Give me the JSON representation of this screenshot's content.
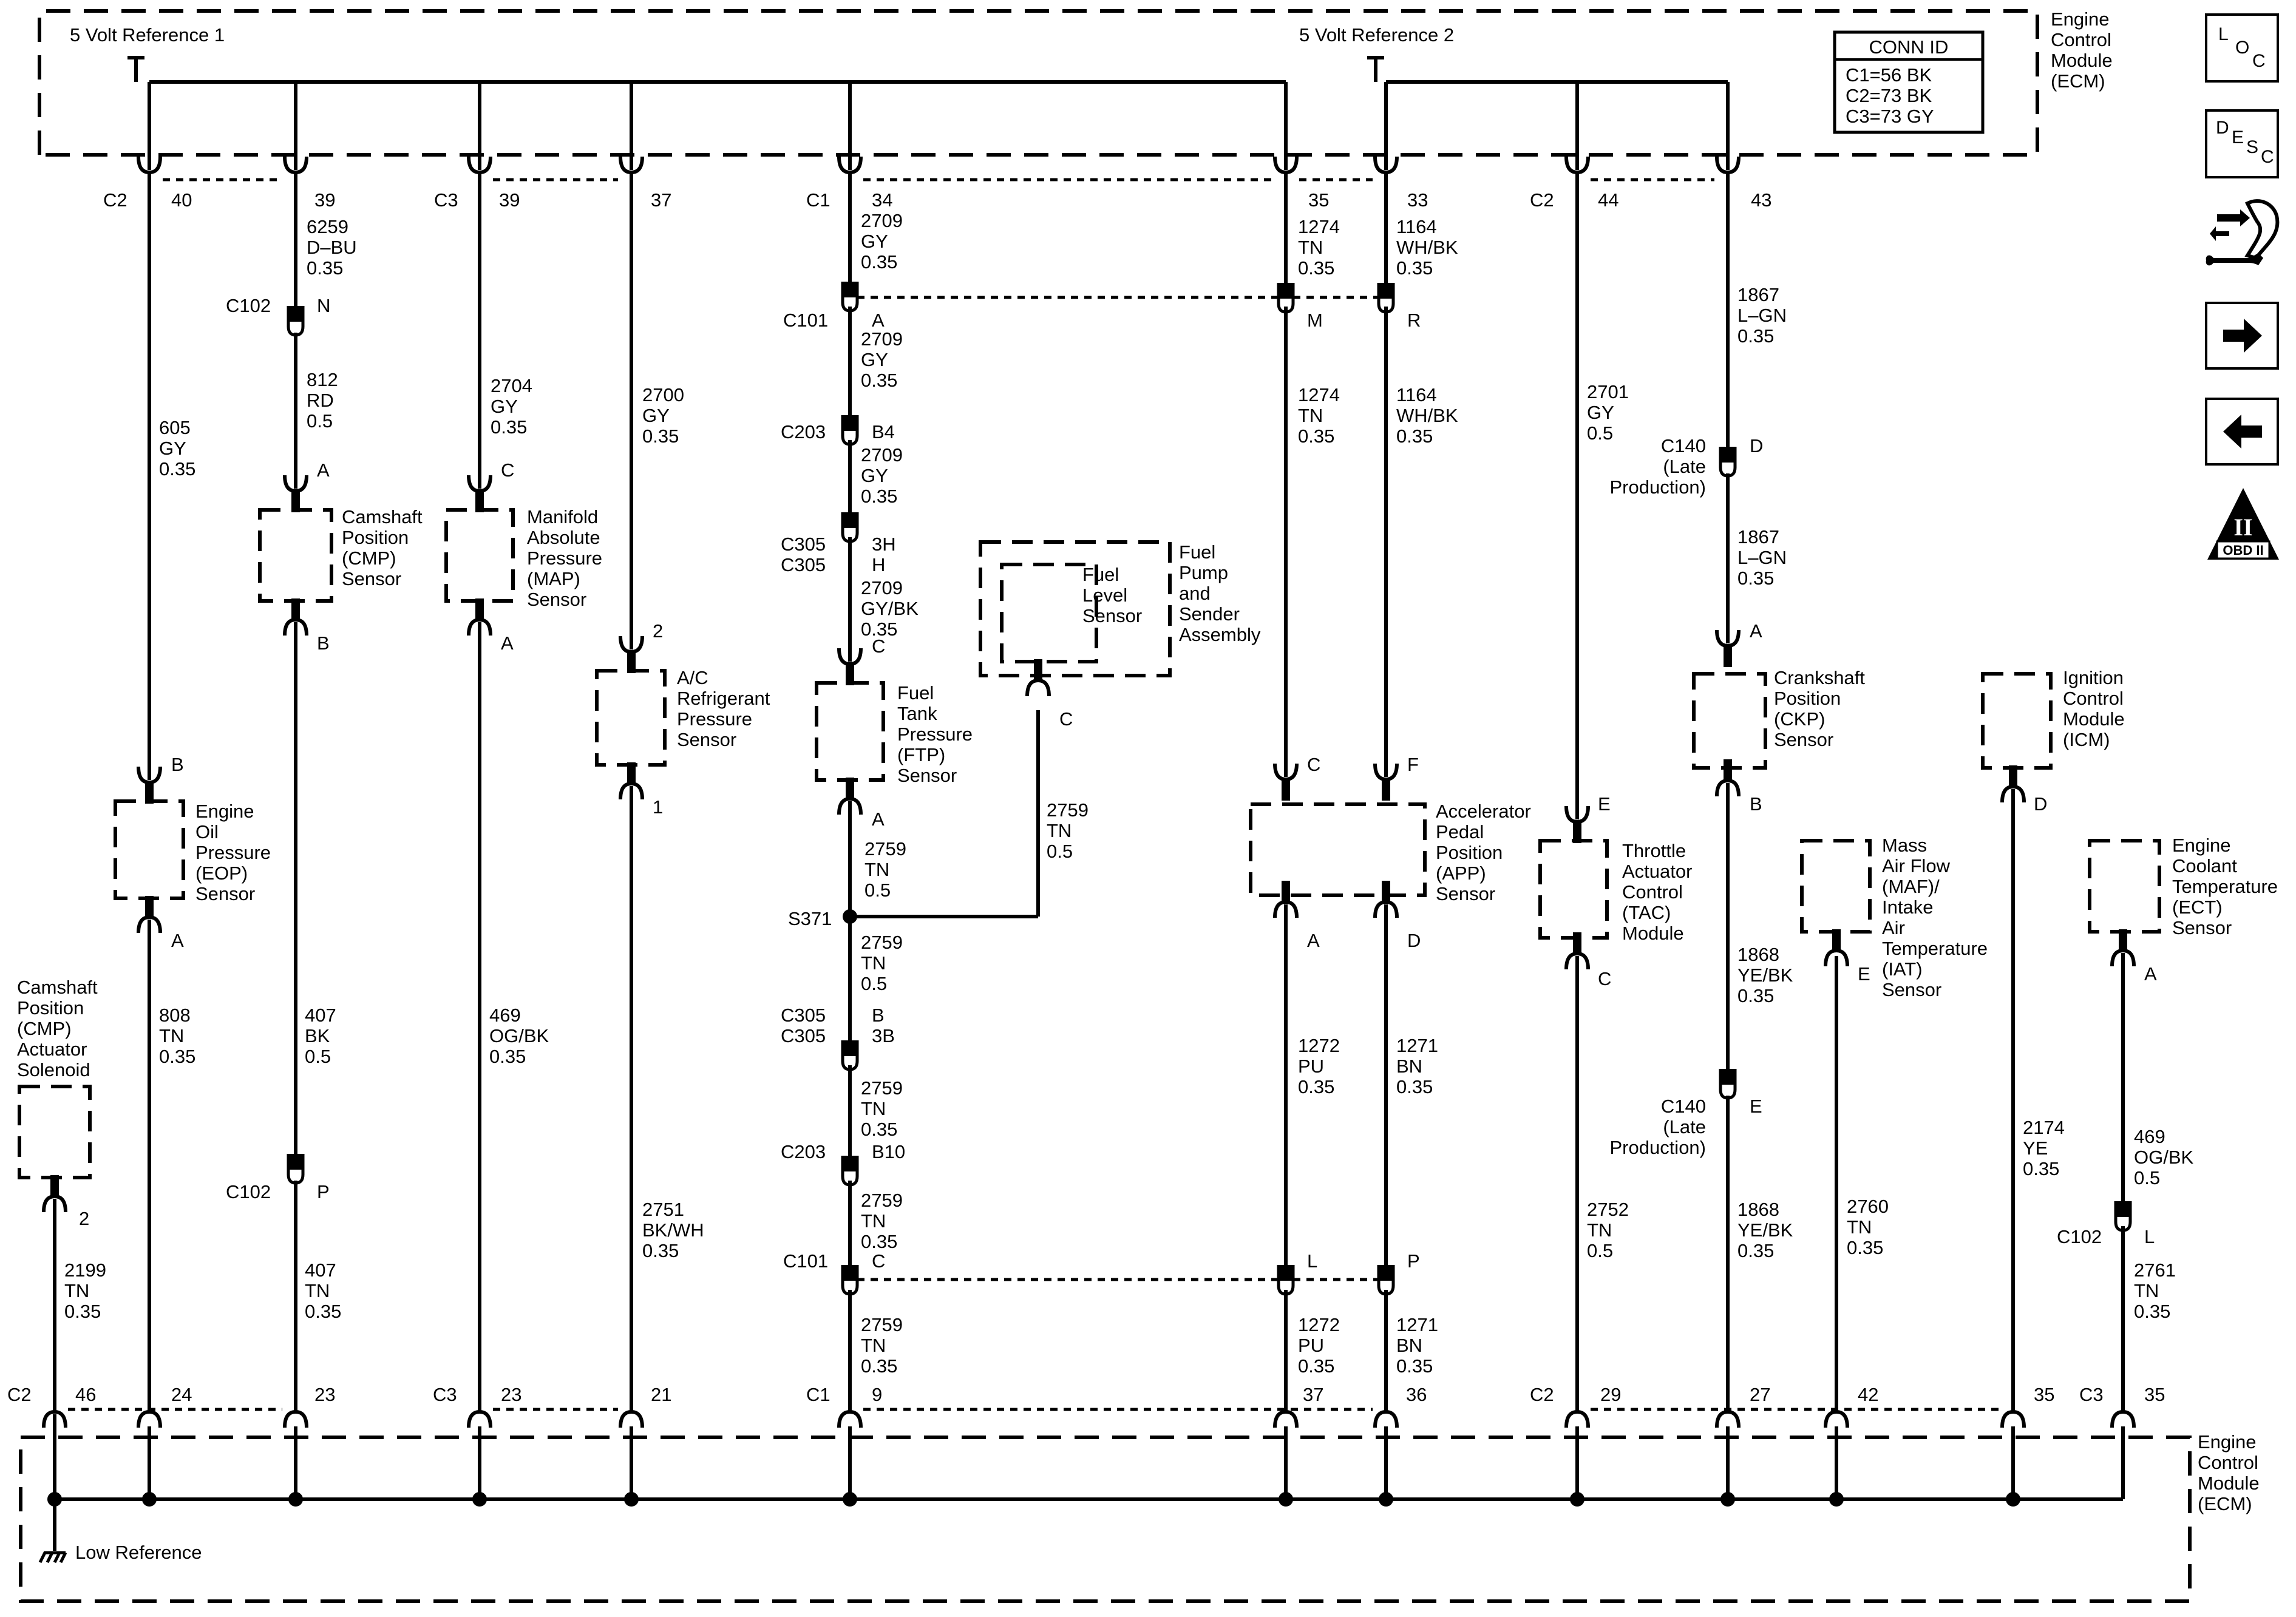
{
  "modules": {
    "ecm_top": [
      "Engine",
      "Control",
      "Module",
      "(ECM)"
    ],
    "ecm_bottom": [
      "Engine",
      "Control",
      "Module",
      "(ECM)"
    ]
  },
  "references": {
    "ref1": "5 Volt Reference 1",
    "ref2": "5 Volt Reference 2",
    "low": "Low Reference"
  },
  "conn_table": {
    "title": "CONN ID",
    "rows": [
      "C1=56 BK",
      "C2=73 BK",
      "C3=73 GY"
    ]
  },
  "top_pins": {
    "eop_conn": "C2",
    "eop_pin": "40",
    "cmp_pin": "39",
    "map_conn": "C3",
    "map_pin": "39",
    "ac_pin": "37",
    "ftp_conn": "C1",
    "ftp_pin": "34",
    "appm_pin": "35",
    "appr_pin": "33",
    "tac_conn": "C2",
    "tac_pin": "44",
    "ckp_pin": "43"
  },
  "bottom_pins": {
    "sol_conn": "C2",
    "sol_pin": "46",
    "eop_pin": "24",
    "cmp_pin": "23",
    "map_conn": "C3",
    "map_pin": "23",
    "ac_pin": "21",
    "ftp_conn": "C1",
    "ftp_pin": "9",
    "appa_pin": "37",
    "appd_pin": "36",
    "tac_conn": "C2",
    "tac_pin": "29",
    "ckp_pin": "27",
    "maf_pin": "42",
    "icm_pin": "35",
    "ect_conn": "C3",
    "ect_pin": "35"
  },
  "wires": {
    "w605": [
      "605",
      "GY",
      "0.35"
    ],
    "w6259": [
      "6259",
      "D–BU",
      "0.35"
    ],
    "w812": [
      "812",
      "RD",
      "0.5"
    ],
    "w2704": [
      "2704",
      "GY",
      "0.35"
    ],
    "w2700": [
      "2700",
      "GY",
      "0.35"
    ],
    "w2709a": [
      "2709",
      "GY",
      "0.35"
    ],
    "w2709b": [
      "2709",
      "GY",
      "0.35"
    ],
    "w2709c": [
      "2709",
      "GY",
      "0.35"
    ],
    "w2709d": [
      "2709",
      "GY/BK",
      "0.35"
    ],
    "w1274a": [
      "1274",
      "TN",
      "0.35"
    ],
    "w1274b": [
      "1274",
      "TN",
      "0.35"
    ],
    "w1164a": [
      "1164",
      "WH/BK",
      "0.35"
    ],
    "w1164b": [
      "1164",
      "WH/BK",
      "0.35"
    ],
    "w2701": [
      "2701",
      "GY",
      "0.5"
    ],
    "w1867a": [
      "1867",
      "L–GN",
      "0.35"
    ],
    "w1867b": [
      "1867",
      "L–GN",
      "0.35"
    ],
    "w2199": [
      "2199",
      "TN",
      "0.35"
    ],
    "w808": [
      "808",
      "TN",
      "0.35"
    ],
    "w407a": [
      "407",
      "BK",
      "0.5"
    ],
    "w407b": [
      "407",
      "TN",
      "0.35"
    ],
    "w469a": [
      "469",
      "OG/BK",
      "0.35"
    ],
    "w2751": [
      "2751",
      "BK/WH",
      "0.35"
    ],
    "w2759a": [
      "2759",
      "TN",
      "0.5"
    ],
    "w2759b": [
      "2759",
      "TN",
      "0.5"
    ],
    "w2759c": [
      "2759",
      "TN",
      "0.5"
    ],
    "w2759d": [
      "2759",
      "TN",
      "0.35"
    ],
    "w2759e": [
      "2759",
      "TN",
      "0.35"
    ],
    "w2759f": [
      "2759",
      "TN",
      "0.35"
    ],
    "w1272a": [
      "1272",
      "PU",
      "0.35"
    ],
    "w1272b": [
      "1272",
      "PU",
      "0.35"
    ],
    "w1271a": [
      "1271",
      "BN",
      "0.35"
    ],
    "w1271b": [
      "1271",
      "BN",
      "0.35"
    ],
    "w2752": [
      "2752",
      "TN",
      "0.5"
    ],
    "w1868a": [
      "1868",
      "YE/BK",
      "0.35"
    ],
    "w1868b": [
      "1868",
      "YE/BK",
      "0.35"
    ],
    "w2760": [
      "2760",
      "TN",
      "0.35"
    ],
    "w2174": [
      "2174",
      "YE",
      "0.35"
    ],
    "w469b": [
      "469",
      "OG/BK",
      "0.5"
    ],
    "w2761": [
      "2761",
      "TN",
      "0.35"
    ]
  },
  "connectors": {
    "c102n": "C102",
    "c102n_pin": "N",
    "c102p": "C102",
    "c102p_pin": "P",
    "c101a": "C101",
    "c101a_pin": "A",
    "c203b4": "C203",
    "c203b4_pin": "B4",
    "c305a1": "C305",
    "c305a2": "C305",
    "c305a_pin1": "3H",
    "c305a_pin2": "H",
    "c305b1": "C305",
    "c305b2": "C305",
    "c305b_pin1": "B",
    "c305b_pin2": "3B",
    "c203b10": "C203",
    "c203b10_pin": "B10",
    "c101c": "C101",
    "c101c_pin": "C",
    "c101m_pin": "M",
    "c101r_pin": "R",
    "c101l_pin": "L",
    "c101p_pin": "P",
    "c140d": [
      "C140",
      "(Late",
      "Production)"
    ],
    "c140d_pin": "D",
    "c140e": [
      "C140",
      "(Late",
      "Production)"
    ],
    "c140e_pin": "E",
    "c102l": "C102",
    "c102l_pin": "L",
    "s371": "S371"
  },
  "components": {
    "cmp": {
      "name": [
        "Camshaft",
        "Position",
        "(CMP)",
        "Sensor"
      ],
      "pin_top": "A",
      "pin_bot": "B"
    },
    "map": {
      "name": [
        "Manifold",
        "Absolute",
        "Pressure",
        "(MAP)",
        "Sensor"
      ],
      "pin_top": "C",
      "pin_bot": "A"
    },
    "ac": {
      "name": [
        "A/C",
        "Refrigerant",
        "Pressure",
        "Sensor"
      ],
      "pin_top": "2",
      "pin_bot": "1"
    },
    "eop": {
      "name": [
        "Engine",
        "Oil",
        "Pressure",
        "(EOP)",
        "Sensor"
      ],
      "pin_top": "B",
      "pin_bot": "A"
    },
    "sol": {
      "name": [
        "Camshaft",
        "Position",
        "(CMP)",
        "Actuator",
        "Solenoid"
      ],
      "pin_bot": "2"
    },
    "fuel_level": {
      "name": [
        "Fuel",
        "Level",
        "Sensor"
      ]
    },
    "fuel_pump": {
      "name": [
        "Fuel",
        "Pump",
        "and",
        "Sender",
        "Assembly"
      ],
      "pin_bot": "C"
    },
    "ftp": {
      "name": [
        "Fuel",
        "Tank",
        "Pressure",
        "(FTP)",
        "Sensor"
      ],
      "pin_top": "C",
      "pin_bot": "A"
    },
    "app": {
      "name": [
        "Accelerator",
        "Pedal",
        "Position",
        "(APP)",
        "Sensor"
      ],
      "pin_c": "C",
      "pin_f": "F",
      "pin_a": "A",
      "pin_d": "D"
    },
    "tac": {
      "name": [
        "Throttle",
        "Actuator",
        "Control",
        "(TAC)",
        "Module"
      ],
      "pin_top": "E",
      "pin_bot": "C"
    },
    "ckp": {
      "name": [
        "Crankshaft",
        "Position",
        "(CKP)",
        "Sensor"
      ],
      "pin_top": "A",
      "pin_bot": "B"
    },
    "icm": {
      "name": [
        "Ignition",
        "Control",
        "Module",
        "(ICM)"
      ],
      "pin_bot": "D"
    },
    "maf": {
      "name": [
        "Mass",
        "Air Flow",
        "(MAF)/",
        "Intake",
        "Air",
        "Temperature",
        "(IAT)",
        "Sensor"
      ],
      "pin_bot": "E"
    },
    "ect": {
      "name": [
        "Engine",
        "Coolant",
        "Temperature",
        "(ECT)",
        "Sensor"
      ],
      "pin_bot": "A"
    }
  },
  "nav": {
    "loc": [
      "L",
      "O",
      "C"
    ],
    "desc": [
      "D",
      "E",
      "S",
      "C"
    ],
    "obd_mark": "II",
    "obd_label": "OBD II"
  }
}
